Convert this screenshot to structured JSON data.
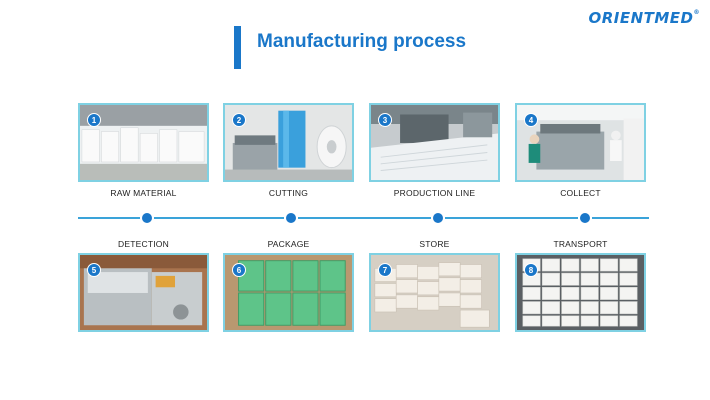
{
  "logo": {
    "text": "ORIENTMED",
    "reg": "®"
  },
  "title": "Manufacturing process",
  "steps": [
    {
      "num": "1",
      "label": "RAW MATERIAL"
    },
    {
      "num": "2",
      "label": "CUTTING"
    },
    {
      "num": "3",
      "label": "PRODUCTION LINE"
    },
    {
      "num": "4",
      "label": "COLLECT"
    },
    {
      "num": "5",
      "label": "DETECTION"
    },
    {
      "num": "6",
      "label": "PACKAGE"
    },
    {
      "num": "7",
      "label": "STORE"
    },
    {
      "num": "8",
      "label": "TRANSPORT"
    }
  ],
  "colors": {
    "brand": "#1a77c9",
    "timeline": "#3aa3d9",
    "frame": "#7fd1e3"
  }
}
